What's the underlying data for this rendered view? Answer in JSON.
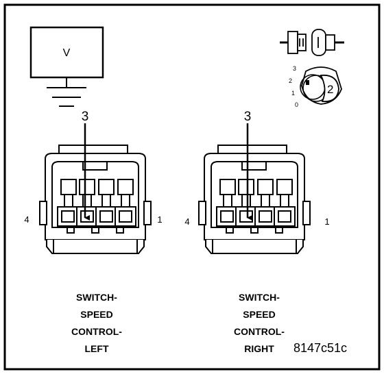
{
  "meter": {
    "label": "V"
  },
  "dial": {
    "positions": [
      "3",
      "2",
      "1",
      "0"
    ],
    "selected": "2"
  },
  "connectors": [
    {
      "id": "left",
      "probe_pin": "3",
      "pin_left": "4",
      "pin_right": "1",
      "caption": [
        "SWITCH-",
        "SPEED",
        "CONTROL-",
        "LEFT"
      ]
    },
    {
      "id": "right",
      "probe_pin": "3",
      "pin_left": "4",
      "pin_right": "1",
      "caption": [
        "SWITCH-",
        "SPEED",
        "CONTROL-",
        "RIGHT"
      ]
    }
  ],
  "figure_id": "8147c51c"
}
